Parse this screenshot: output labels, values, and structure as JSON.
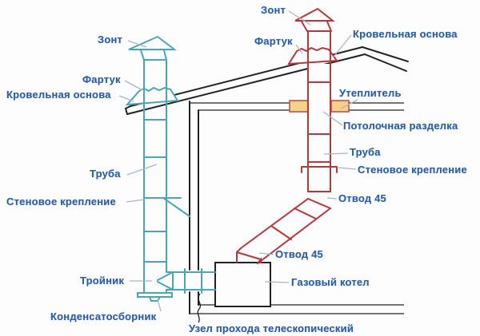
{
  "diagram": {
    "colors": {
      "left_chimney": "#4aa6b5",
      "right_chimney": "#b8363e",
      "label": "#2b5ea7",
      "structure": "#222222",
      "insulation_fill": "#f6d289",
      "insulation_border": "#c1524b",
      "leader": "#a9b6c6"
    },
    "labels": {
      "zont_left": "Зонт",
      "fartuk_left": "Фартук",
      "krovelnaya_left": "Кровельная основа",
      "truba_left": "Труба",
      "stenovoe_left": "Стеновое крепление",
      "troynik": "Тройник",
      "kondensatosbornik": "Конденсатосборник",
      "zont_right": "Зонт",
      "fartuk_right": "Фартук",
      "krovelnaya_right": "Кровельная основа",
      "uteplitel": "Утеплитель",
      "potolochnaya_razdelka": "Потолочная разделка",
      "truba_right": "Труба",
      "stenovoe_right": "Стеновое крепление",
      "otvod45_upper": "Отвод 45",
      "otvod45_lower": "Отвод 45",
      "gazovy_kotel": "Газовый котел",
      "uzel_prokhoda": "Узел прохода телескопический"
    }
  }
}
